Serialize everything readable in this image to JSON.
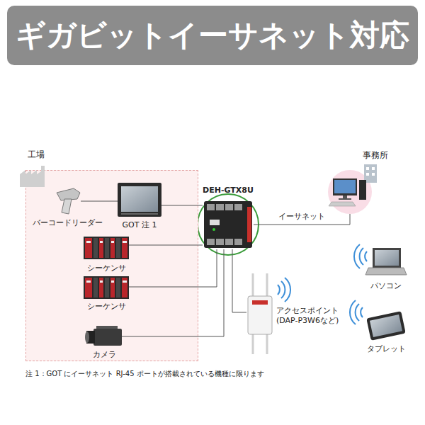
{
  "diagram": {
    "title": "ギガビットイーサネット対応",
    "nodes": [
      {
        "text": [
          "工場"
        ]
      },
      {
        "text": [
          "バーコードリーダー"
        ],
        "in": 0
      },
      {
        "text": [
          "GOT 注 1"
        ],
        "in": 0
      },
      {
        "text": [
          "シーケンサ"
        ],
        "in": 0
      },
      {
        "text": [
          "シーケンサ"
        ],
        "in": 0
      },
      {
        "text": [
          "カメラ"
        ],
        "in": 0
      },
      {
        "text": [
          "DEH-GTX8U"
        ]
      },
      {
        "text": [
          "事務所"
        ]
      },
      {
        "text": [
          "アクセスポイント (DAP-P3W6など)"
        ]
      },
      {
        "text": [
          "パソコン"
        ]
      },
      {
        "text": [
          "タブレット"
        ]
      }
    ],
    "edges": [
      {
        "from": 1,
        "to": 2,
        "arrow": "none"
      },
      {
        "from": 2,
        "to": 6,
        "arrow": "none"
      },
      {
        "from": 3,
        "to": 6,
        "arrow": "none"
      },
      {
        "from": 4,
        "to": 6,
        "arrow": "none"
      },
      {
        "from": 5,
        "to": 6,
        "arrow": "none"
      },
      {
        "from": 8,
        "to": 6,
        "arrow": "none"
      },
      {
        "from": 6,
        "to": 7,
        "label": "イーサネット",
        "arrow": "none"
      }
    ],
    "labels": [
      "注 1：GOT にイーサネット RJ-45 ポートが搭載されている機種に限ります"
    ]
  }
}
